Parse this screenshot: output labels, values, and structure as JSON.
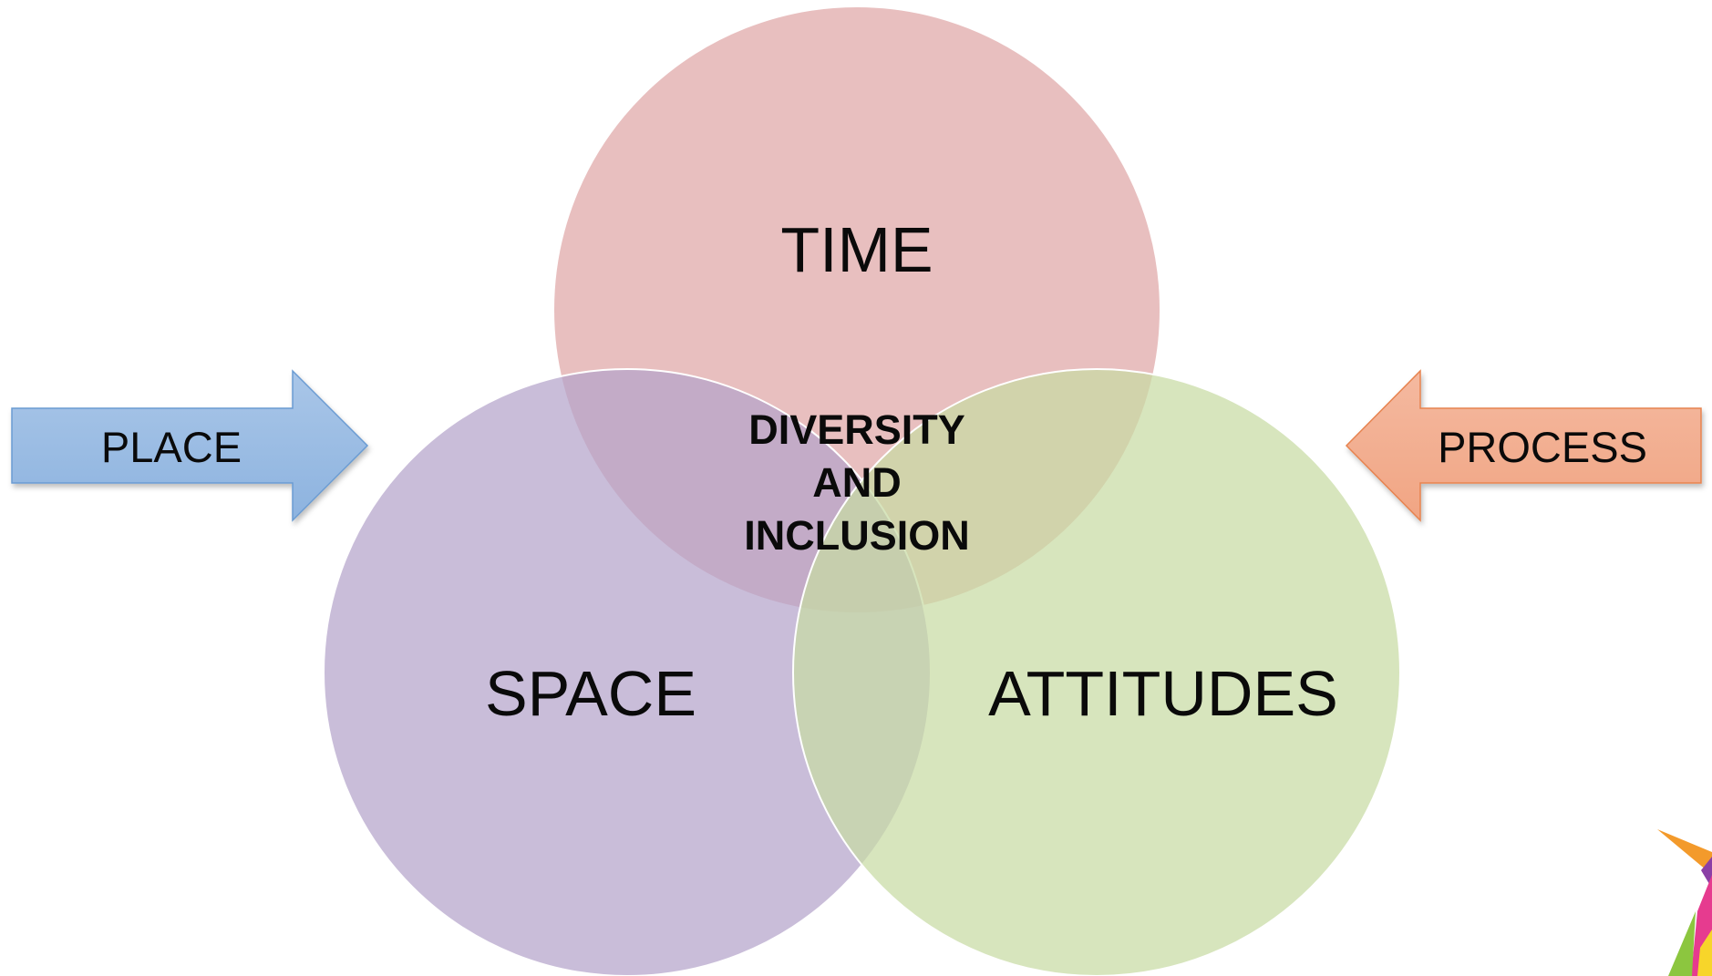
{
  "diagram": {
    "circles": {
      "time": {
        "label": "TIME",
        "color": "#dfa6a6"
      },
      "space": {
        "label": "SPACE",
        "color": "#b4a4cb"
      },
      "attitudes": {
        "label": "ATTITUDES",
        "color": "#c7dba3"
      }
    },
    "center": {
      "lines": [
        "DIVERSITY",
        "AND",
        "INCLUSION"
      ]
    },
    "arrows": {
      "place": {
        "label": "PLACE",
        "color_top": "#a9c6e8",
        "color_bottom": "#8db3df",
        "stroke": "#6a9bd2"
      },
      "process": {
        "label": "PROCESS",
        "color_top": "#f4b9a0",
        "color_bottom": "#f1a583",
        "stroke": "#e7834f"
      }
    },
    "corner_decoration": {
      "colors": [
        "#f39a2b",
        "#8b3fa6",
        "#e63b8f",
        "#8cc63f",
        "#f7d52a"
      ]
    }
  }
}
